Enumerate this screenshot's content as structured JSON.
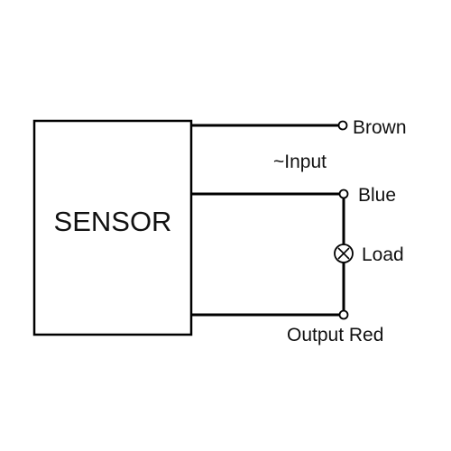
{
  "sensor": {
    "label": "SENSOR"
  },
  "terminals": {
    "brown": "Brown",
    "input": "~Input",
    "blue": "Blue",
    "load": "Load",
    "output_red": "Output Red"
  },
  "colors": {
    "line": "#000000",
    "background": "#ffffff"
  }
}
